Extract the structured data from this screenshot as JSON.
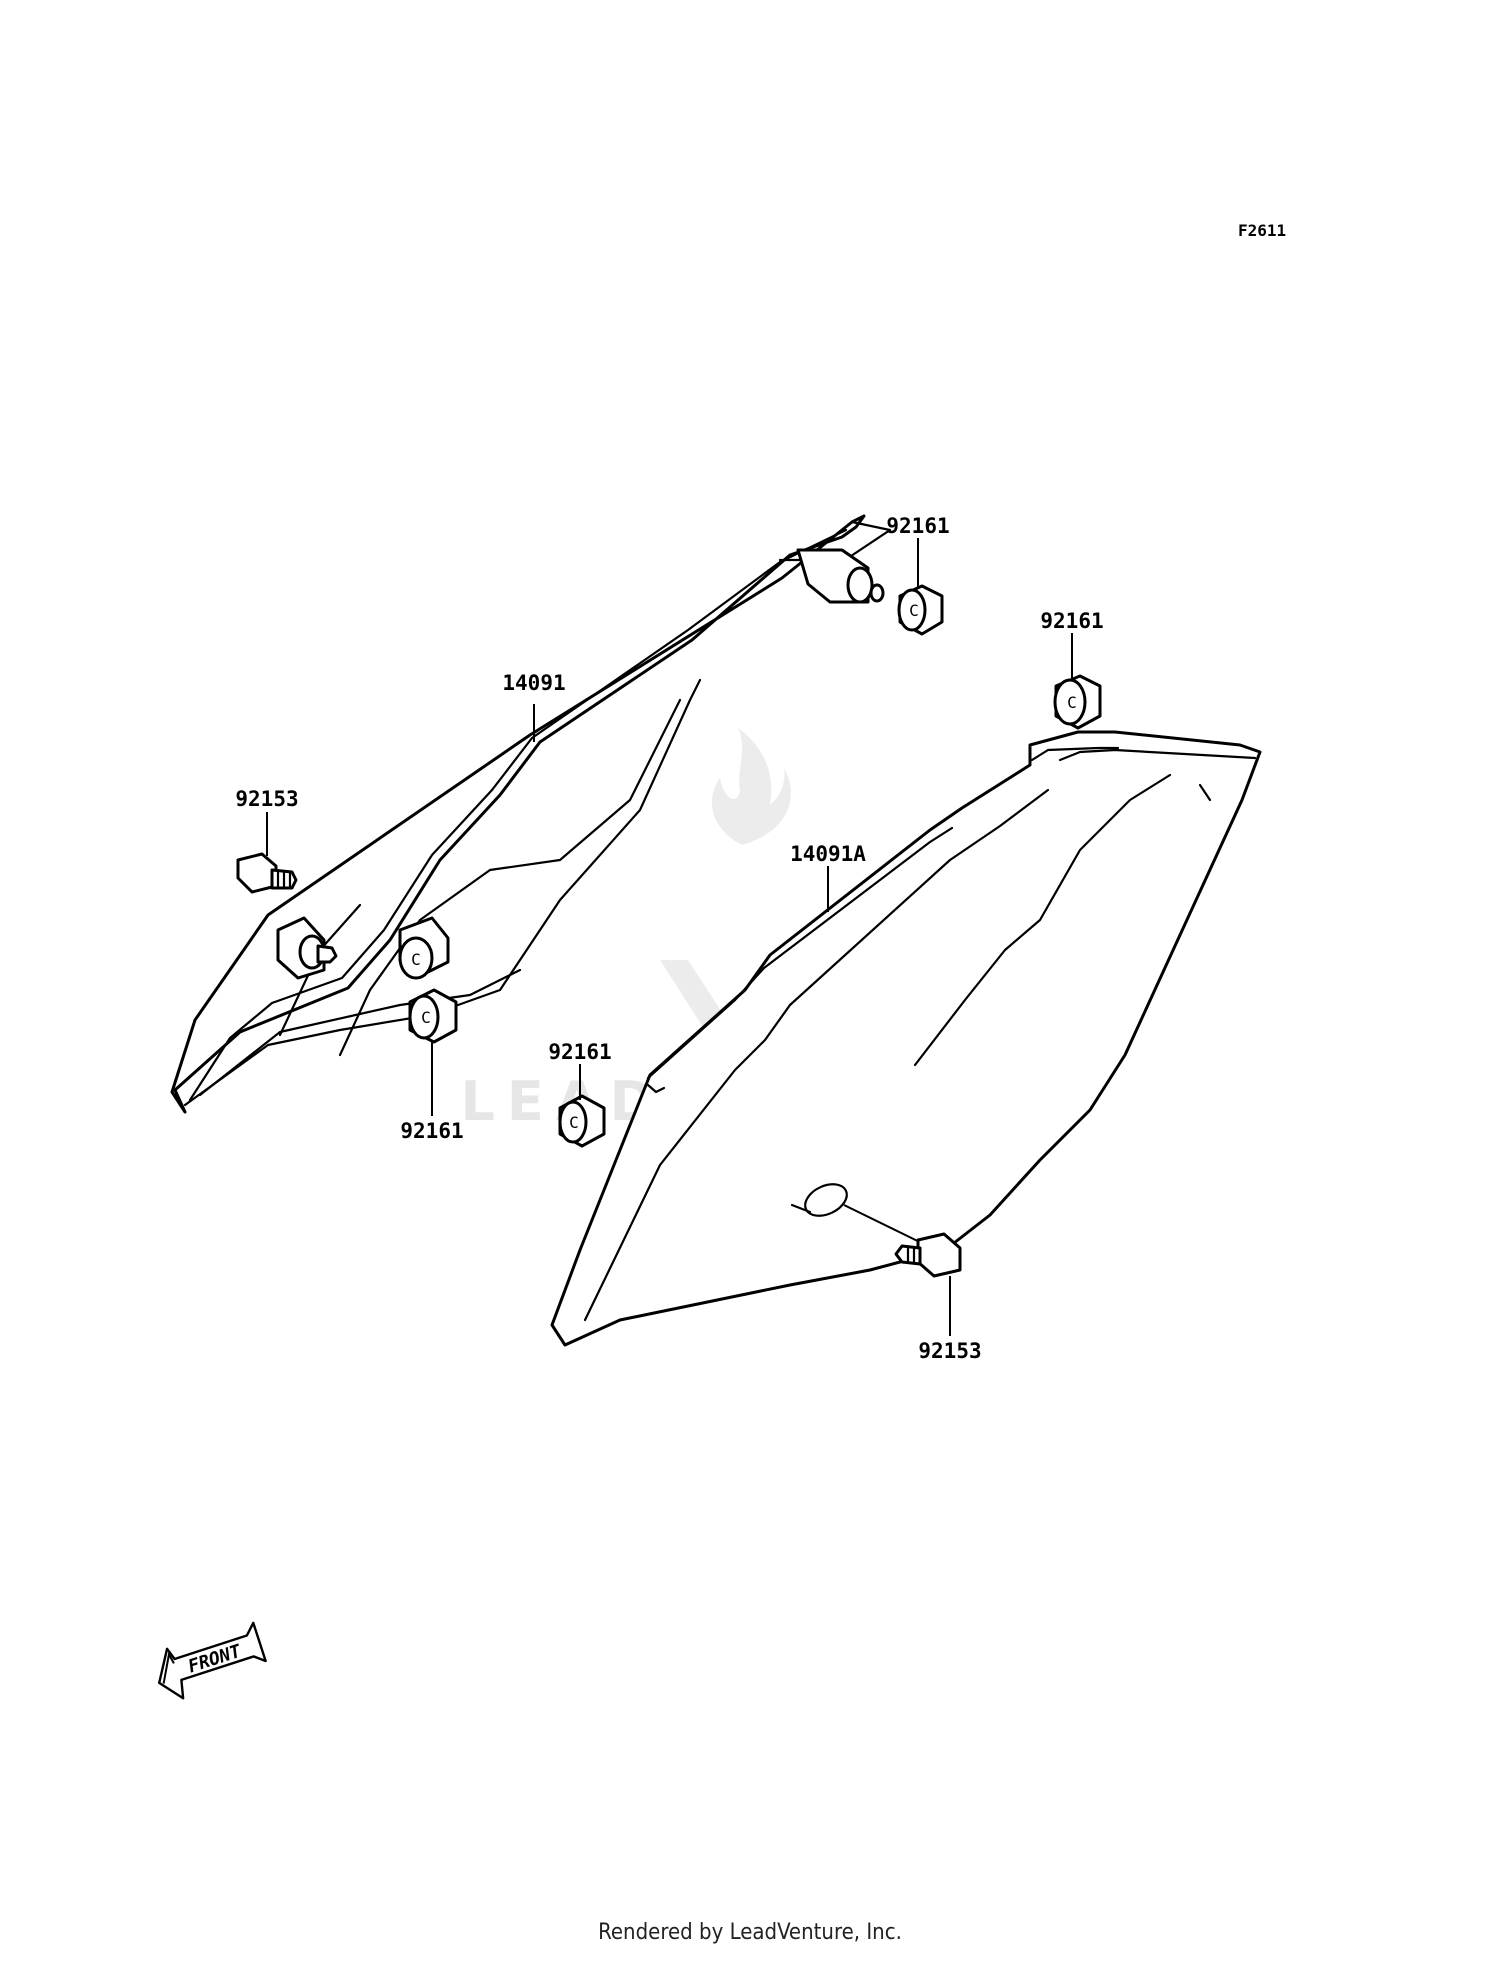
{
  "figure_ref": "F2611",
  "parts": [
    {
      "number": "92161"
    },
    {
      "number": "92161"
    },
    {
      "number": "14091"
    },
    {
      "number": "92153"
    },
    {
      "number": "14091A"
    },
    {
      "number": "92161"
    },
    {
      "number": "92161"
    },
    {
      "number": "92153"
    }
  ],
  "front_marker": "FRONT",
  "watermark": "LEADVENTURE",
  "footer": "Rendered by LeadVenture, Inc.",
  "colors": {
    "line": "#000000",
    "watermark": "#e6e6e6",
    "background": "#ffffff"
  }
}
